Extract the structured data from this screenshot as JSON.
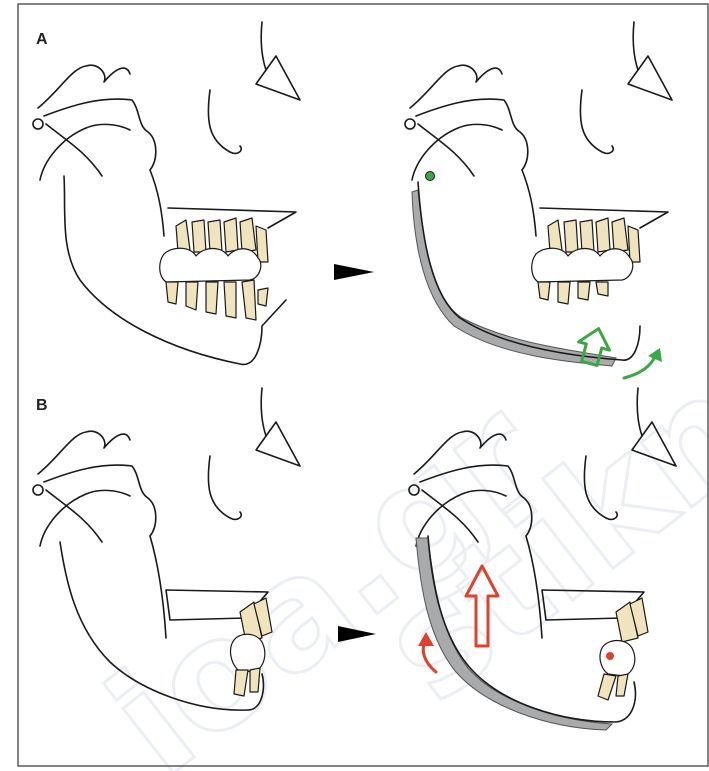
{
  "panels": [
    {
      "label": "A"
    },
    {
      "label": "B"
    }
  ],
  "watermarks": [
    "ioa.gr",
    "stikns Ek"
  ],
  "colors": {
    "outline": "#1a1a1a",
    "tooth_fill": "#efe4bd",
    "shaded_bone": "#a9aaac",
    "growth_green": "#3aa844",
    "growth_red": "#e0402e",
    "transition_arrow": "#000000"
  },
  "icons": {
    "transition": "black-triangle-arrow",
    "vertical_growth": "hollow-up-arrow",
    "rotation": "curved-arrow",
    "reference_point": "dot"
  }
}
